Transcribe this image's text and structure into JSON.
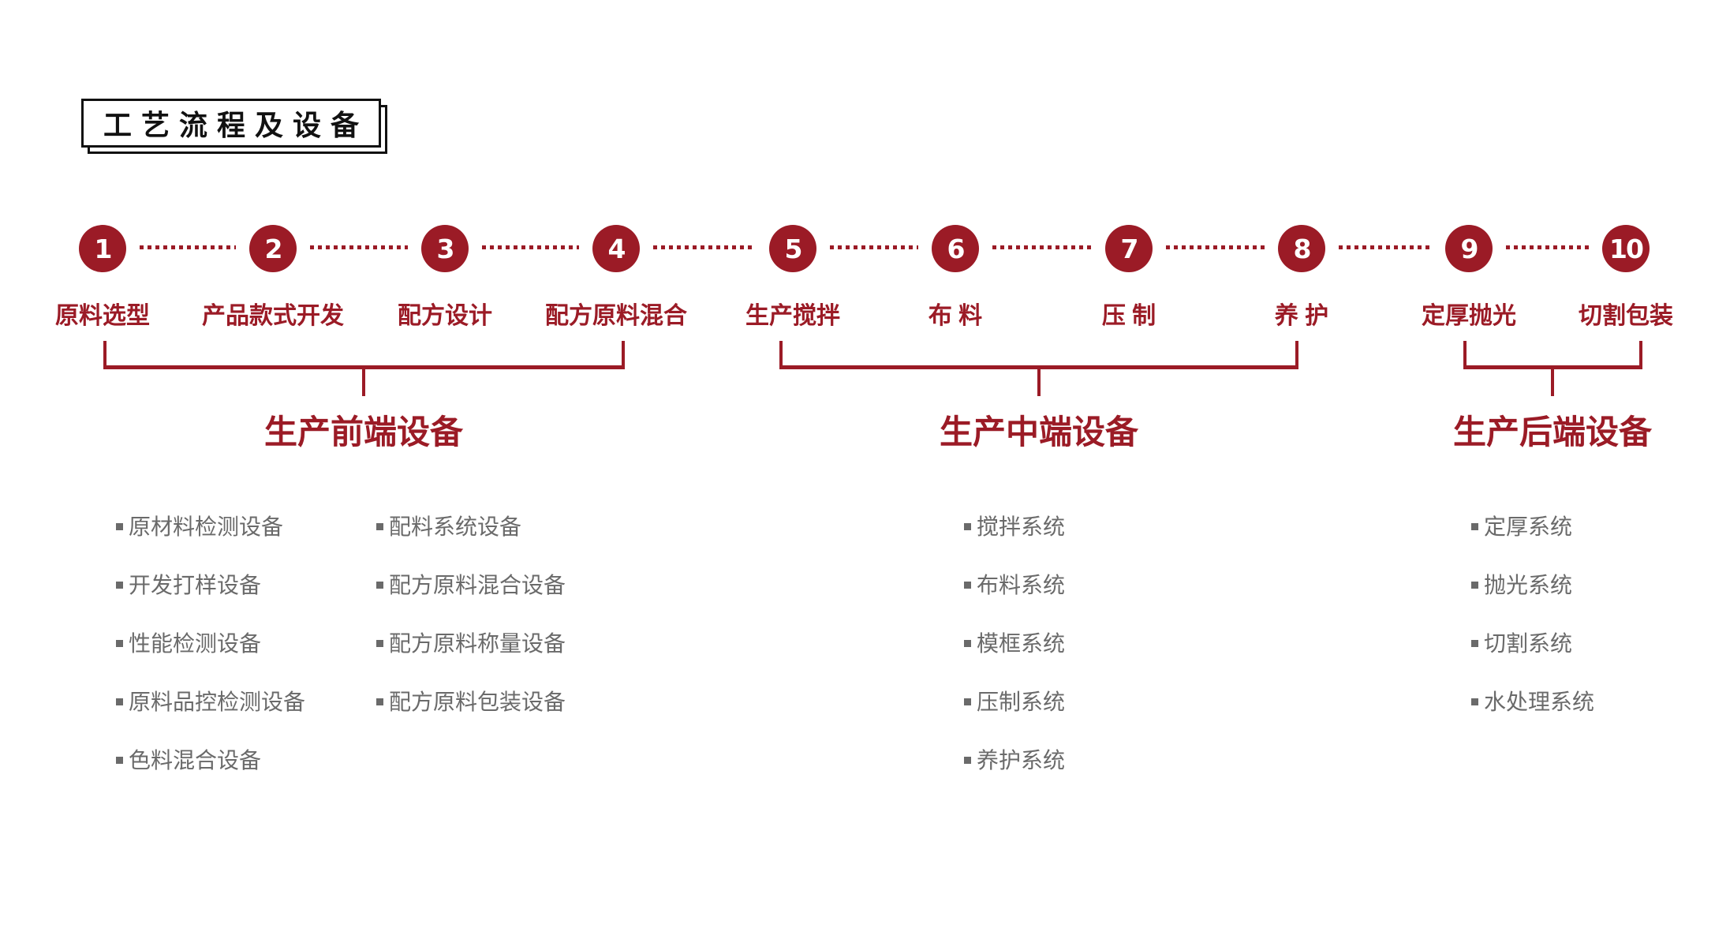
{
  "header": {
    "title": "工艺流程及设备"
  },
  "colors": {
    "red": "#9B1B26",
    "gray": "#6A6A6A",
    "black": "#111111"
  },
  "steps": [
    {
      "number": "1",
      "label": "原料选型"
    },
    {
      "number": "2",
      "label": "产品款式开发"
    },
    {
      "number": "3",
      "label": "配方设计"
    },
    {
      "number": "4",
      "label": "配方原料混合"
    },
    {
      "number": "5",
      "label": "生产搅拌"
    },
    {
      "number": "6",
      "label": "布 料"
    },
    {
      "number": "7",
      "label": "压 制"
    },
    {
      "number": "8",
      "label": "养 护"
    },
    {
      "number": "9",
      "label": "定厚抛光"
    },
    {
      "number": "10",
      "label": "切割包装"
    }
  ],
  "groups": [
    {
      "title": "生产前端设备",
      "columns": [
        [
          "原材料检测设备",
          "开发打样设备",
          "性能检测设备",
          "原料品控检测设备",
          "色料混合设备"
        ],
        [
          "配料系统设备",
          "配方原料混合设备",
          "配方原料称量设备",
          "配方原料包装设备"
        ]
      ]
    },
    {
      "title": "生产中端设备",
      "columns": [
        [
          "搅拌系统",
          "布料系统",
          "模框系统",
          "压制系统",
          "养护系统"
        ]
      ]
    },
    {
      "title": "生产后端设备",
      "columns": [
        [
          "定厚系统",
          "抛光系统",
          "切割系统",
          "水处理系统"
        ]
      ]
    }
  ]
}
